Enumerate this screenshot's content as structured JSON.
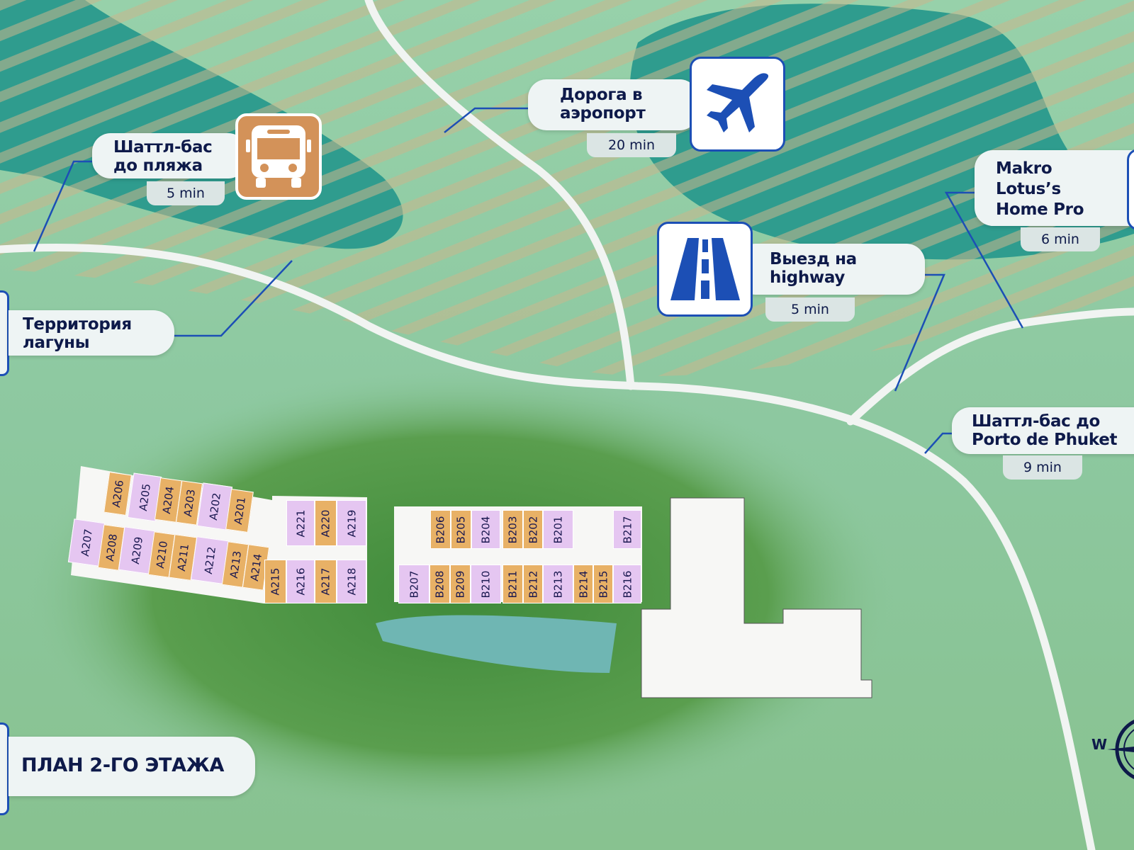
{
  "colors": {
    "teal": "#2f9c8e",
    "stripe": "#c8b58c",
    "road": "#f1f4f2",
    "navy": "#0e1a4a",
    "accent_blue": "#1c4fb5",
    "bus_orange": "#d39259",
    "unit_orange": "#e8b166",
    "unit_lilac": "#e5c6f1"
  },
  "callouts": {
    "shuttle_beach": {
      "title": "Шаттл-бас\nдо пляжа",
      "time": "5 min",
      "icon": "bus-icon"
    },
    "airport": {
      "title": "Дорога в\nаэропорт",
      "time": "20 min",
      "icon": "airplane-icon"
    },
    "makro": {
      "title": "Makro\nLotus’s\nHome Pro",
      "time": "6 min"
    },
    "highway": {
      "title": "Выезд на\nhighway",
      "time": "5 min",
      "icon": "highway-icon"
    },
    "lagoon": {
      "title": "Территория\nлагуны"
    },
    "porto": {
      "title": "Шаттл-бас до\nPorto de Phuket",
      "time": "9 min"
    }
  },
  "floor_plan_title": "ПЛАН 2-ГО ЭТАЖА",
  "compass": {
    "west": "W"
  },
  "units": [
    {
      "label": "A206",
      "color": "#e8b166"
    },
    {
      "label": "A205",
      "color": "#e5c6f1"
    },
    {
      "label": "A204",
      "color": "#e8b166"
    },
    {
      "label": "A203",
      "color": "#e8b166"
    },
    {
      "label": "A202",
      "color": "#e5c6f1"
    },
    {
      "label": "A201",
      "color": "#e8b166"
    },
    {
      "label": "A207",
      "color": "#e5c6f1"
    },
    {
      "label": "A208",
      "color": "#e8b166"
    },
    {
      "label": "A209",
      "color": "#e5c6f1"
    },
    {
      "label": "A210",
      "color": "#e8b166"
    },
    {
      "label": "A211",
      "color": "#e8b166"
    },
    {
      "label": "A212",
      "color": "#e5c6f1"
    },
    {
      "label": "A213",
      "color": "#e8b166"
    },
    {
      "label": "A214",
      "color": "#e8b166"
    },
    {
      "label": "A215",
      "color": "#e8b166"
    },
    {
      "label": "A216",
      "color": "#e5c6f1"
    },
    {
      "label": "A217",
      "color": "#e8b166"
    },
    {
      "label": "A218",
      "color": "#e5c6f1"
    },
    {
      "label": "A221",
      "color": "#e5c6f1"
    },
    {
      "label": "A220",
      "color": "#e8b166"
    },
    {
      "label": "A219",
      "color": "#e5c6f1"
    },
    {
      "label": "B206",
      "color": "#e8b166"
    },
    {
      "label": "B205",
      "color": "#e8b166"
    },
    {
      "label": "B204",
      "color": "#e5c6f1"
    },
    {
      "label": "B203",
      "color": "#e8b166"
    },
    {
      "label": "B202",
      "color": "#e8b166"
    },
    {
      "label": "B201",
      "color": "#e5c6f1"
    },
    {
      "label": "B217",
      "color": "#e5c6f1"
    },
    {
      "label": "B207",
      "color": "#e5c6f1"
    },
    {
      "label": "B208",
      "color": "#e8b166"
    },
    {
      "label": "B209",
      "color": "#e8b166"
    },
    {
      "label": "B210",
      "color": "#e5c6f1"
    },
    {
      "label": "B211",
      "color": "#e8b166"
    },
    {
      "label": "B212",
      "color": "#e8b166"
    },
    {
      "label": "B213",
      "color": "#e5c6f1"
    },
    {
      "label": "B214",
      "color": "#e8b166"
    },
    {
      "label": "B215",
      "color": "#e8b166"
    },
    {
      "label": "B216",
      "color": "#e5c6f1"
    }
  ]
}
